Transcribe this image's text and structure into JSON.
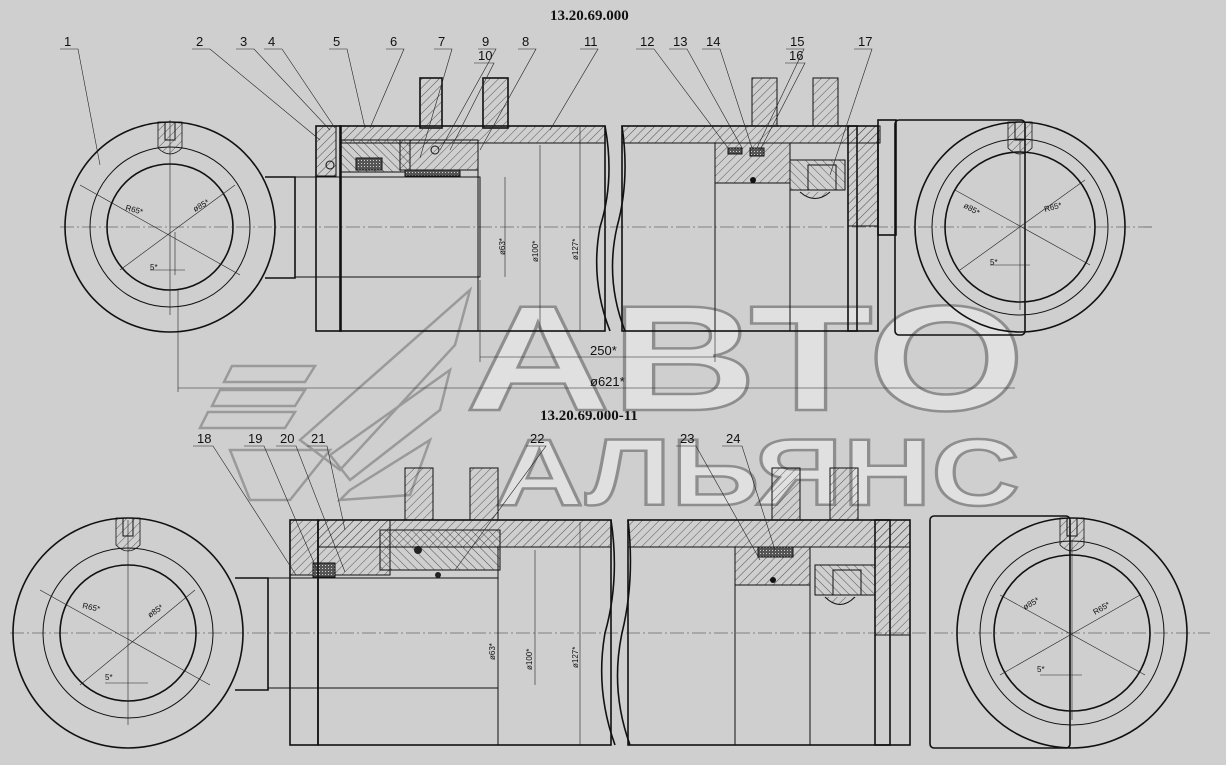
{
  "drawing": {
    "top_title": "13.20.69.000",
    "bottom_title": "13.20.69.000-11",
    "colors": {
      "background": "#cfcfcf",
      "line": "#111111",
      "hatch": "#333333",
      "watermark": "#9a9a9a"
    }
  },
  "top_callouts": [
    "1",
    "2",
    "3",
    "4",
    "5",
    "6",
    "7",
    "9",
    "10",
    "8",
    "11",
    "12",
    "13",
    "14",
    "15",
    "16",
    "17"
  ],
  "bottom_callouts": [
    "18",
    "19",
    "20",
    "21",
    "22",
    "23",
    "24"
  ],
  "dimensions": {
    "top": {
      "left_eye_radius": "R65*",
      "left_eye_diameter": "ø85*",
      "left_eye_angle": "5*",
      "right_eye_diameter": "ø85*",
      "right_eye_radius": "R65*",
      "right_eye_angle": "5*",
      "rod_diameter": "ø63*",
      "bore_diameter": "ø100*",
      "outer_diameter": "ø127*",
      "stroke": "250*",
      "overall": "ø621*"
    },
    "bottom": {
      "left_eye_radius": "R65*",
      "left_eye_diameter": "ø85*",
      "left_eye_angle": "5*",
      "right_eye_diameter": "ø85*",
      "right_eye_radius": "R65*",
      "right_eye_angle": "5*",
      "rod_diameter": "ø63*",
      "bore_diameter": "ø100*",
      "outer_diameter": "ø127*"
    }
  },
  "watermark": {
    "line1": "АВТО",
    "line2": "АЛЬЯНС"
  }
}
